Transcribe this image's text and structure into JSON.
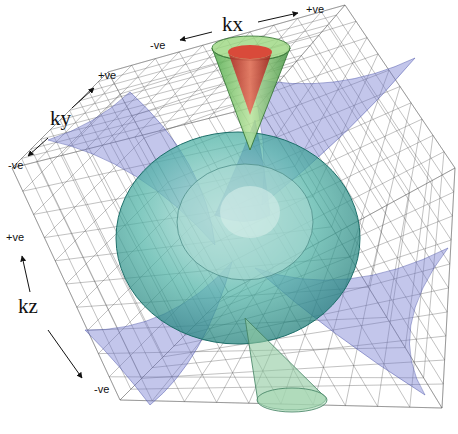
{
  "diagram": {
    "labels": [
      "+ve",
      "-ve",
      "kx",
      "+ve",
      "ky",
      "-ve",
      "+ve",
      "kz",
      "-ve"
    ]
  }
}
